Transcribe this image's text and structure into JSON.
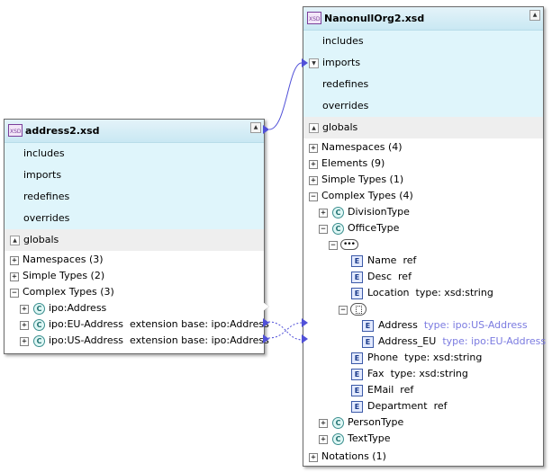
{
  "left_box": {
    "title": "address2.xsd",
    "sections": {
      "includes": "includes",
      "imports": "imports",
      "redefines": "redefines",
      "overrides": "overrides",
      "globals": "globals"
    },
    "tree": {
      "namespaces": "Namespaces (3)",
      "simple_types": "Simple Types (2)",
      "complex_types": "Complex Types (3)",
      "items": [
        {
          "name": "ipo:Address",
          "detail": ""
        },
        {
          "name": "ipo:EU-Address",
          "detail": "extension base: ipo:Address"
        },
        {
          "name": "ipo:US-Address",
          "detail": "extension base: ipo:Address"
        }
      ]
    }
  },
  "right_box": {
    "title": "NanonullOrg2.xsd",
    "sections": {
      "includes": "includes",
      "imports": "imports",
      "redefines": "redefines",
      "overrides": "overrides",
      "globals": "globals"
    },
    "tree": {
      "namespaces": "Namespaces (4)",
      "elements": "Elements (9)",
      "simple_types": "Simple Types (1)",
      "complex_types": "Complex Types (4)",
      "division_type": "DivisionType",
      "office_type": "OfficeType",
      "office_elements_a": [
        {
          "name": "Name",
          "detail": "ref"
        },
        {
          "name": "Desc",
          "detail": "ref"
        },
        {
          "name": "Location",
          "detail": "type: xsd:string"
        }
      ],
      "choice_elements": [
        {
          "name": "Address",
          "detail": "type: ipo:US-Address"
        },
        {
          "name": "Address_EU",
          "detail": "type: ipo:EU-Address"
        }
      ],
      "office_elements_b": [
        {
          "name": "Phone",
          "detail": "type: xsd:string"
        },
        {
          "name": "Fax",
          "detail": "type: xsd:string"
        },
        {
          "name": "EMail",
          "detail": "ref"
        },
        {
          "name": "Department",
          "detail": "ref"
        }
      ],
      "person_type": "PersonType",
      "text_type": "TextType",
      "notations": "Notations (1)"
    }
  },
  "icons": {
    "file": "xsd-file-icon",
    "complex_type": "C",
    "element": "E",
    "expand": "+",
    "collapse": "−",
    "scroll_up": "▲",
    "dropdown": "▼"
  },
  "colors": {
    "title_bar": "#c9e8f3",
    "section_bg": "#dff5fb",
    "connector": "#5050d8",
    "type_text": "#7a7ae0"
  }
}
